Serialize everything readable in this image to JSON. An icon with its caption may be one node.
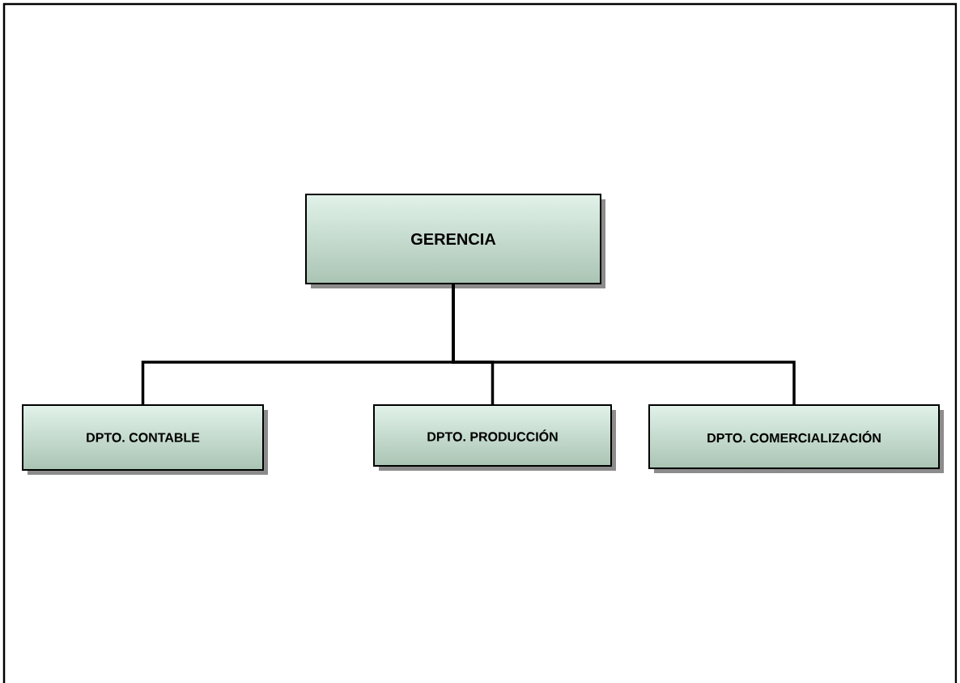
{
  "diagram": {
    "nodes": [
      {
        "text": [
          "GERENCIA"
        ]
      },
      {
        "text": [
          "DPTO. CONTABLE"
        ]
      },
      {
        "text": [
          "DPTO. PRODUCCIÓN"
        ]
      },
      {
        "text": [
          "DPTO. COMERCIALIZACIÓN"
        ]
      }
    ],
    "edges": [
      {
        "from": 0,
        "to": 1,
        "arrow": "none"
      },
      {
        "from": 0,
        "to": 2,
        "arrow": "none"
      },
      {
        "from": 0,
        "to": 3,
        "arrow": "none"
      }
    ]
  }
}
